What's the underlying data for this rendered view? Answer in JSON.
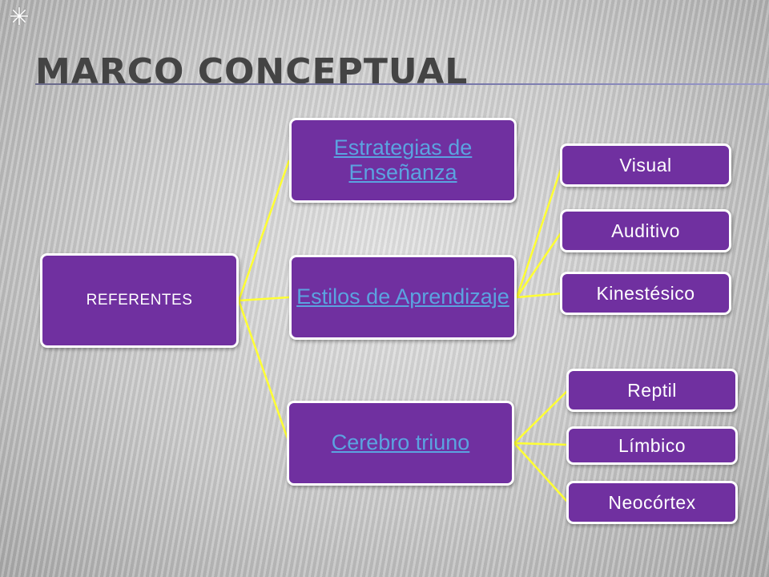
{
  "slide": {
    "title": "MARCO CONCEPTUAL",
    "logo_icon": "✳"
  },
  "diagram": {
    "root": "REFERENTES",
    "branches": [
      {
        "label": "Estrategias de Enseñanza",
        "children": []
      },
      {
        "label": "Estilos de Aprendizaje",
        "children": [
          "Visual",
          "Auditivo",
          "Kinestésico"
        ]
      },
      {
        "label": "Cerebro triuno",
        "children": [
          "Reptil",
          "Límbico",
          "Neocórtex"
        ]
      }
    ]
  },
  "colors": {
    "node_fill": "#7030a0",
    "node_border": "#ffffff",
    "connector": "#ffff33",
    "link_text": "#5ba3e0",
    "title_text": "#444444"
  }
}
